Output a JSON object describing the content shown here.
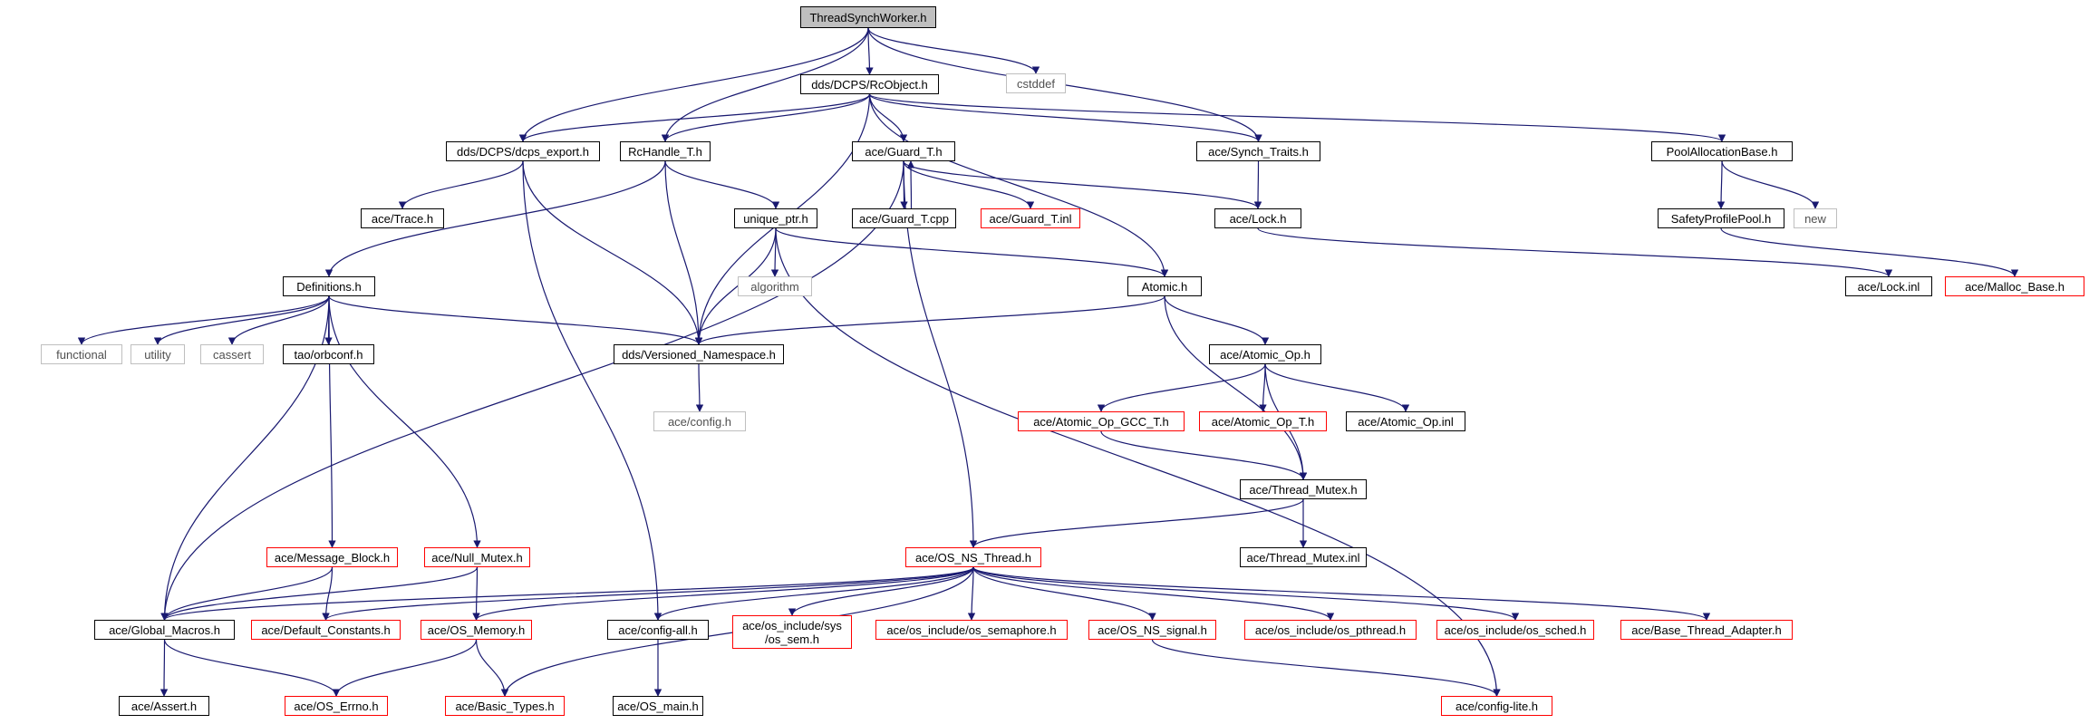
{
  "colors": {
    "edge": "#191970",
    "node_border": "#000000",
    "missing_border": "#ff0000",
    "external_border": "#bfbfbf",
    "root_fill": "#bfbfbf"
  },
  "nodes": {
    "thread_synch_worker": "ThreadSynchWorker.h",
    "rc_object": "dds/DCPS/RcObject.h",
    "cstddef": "cstddef",
    "dcps_export": "dds/DCPS/dcps_export.h",
    "rc_handle": "RcHandle_T.h",
    "guard_t": "ace/Guard_T.h",
    "synch_traits": "ace/Synch_Traits.h",
    "pool_allocation_base": "PoolAllocationBase.h",
    "trace": "ace/Trace.h",
    "unique_ptr": "unique_ptr.h",
    "guard_t_cpp": "ace/Guard_T.cpp",
    "guard_t_inl": "ace/Guard_T.inl",
    "lock_h": "ace/Lock.h",
    "safety_profile_pool": "SafetyProfilePool.h",
    "new": "new",
    "definitions": "Definitions.h",
    "algorithm": "algorithm",
    "atomic": "Atomic.h",
    "lock_inl": "ace/Lock.inl",
    "malloc_base": "ace/Malloc_Base.h",
    "functional": "functional",
    "utility": "utility",
    "cassert": "cassert",
    "orbconf": "tao/orbconf.h",
    "versioned_namespace": "dds/Versioned_Namespace.h",
    "atomic_op": "ace/Atomic_Op.h",
    "config_h": "ace/config.h",
    "atomic_op_gcc": "ace/Atomic_Op_GCC_T.h",
    "atomic_op_t": "ace/Atomic_Op_T.h",
    "atomic_op_inl": "ace/Atomic_Op.inl",
    "thread_mutex": "ace/Thread_Mutex.h",
    "message_block": "ace/Message_Block.h",
    "null_mutex": "ace/Null_Mutex.h",
    "os_ns_thread": "ace/OS_NS_Thread.h",
    "thread_mutex_inl": "ace/Thread_Mutex.inl",
    "global_macros": "ace/Global_Macros.h",
    "default_constants": "ace/Default_Constants.h",
    "os_memory": "ace/OS_Memory.h",
    "config_all": "ace/config-all.h",
    "os_sem": "ace/os_include/sys\n/os_sem.h",
    "os_semaphore": "ace/os_include/os_semaphore.h",
    "os_ns_signal": "ace/OS_NS_signal.h",
    "os_pthread": "ace/os_include/os_pthread.h",
    "os_sched": "ace/os_include/os_sched.h",
    "base_thread_adapter": "ace/Base_Thread_Adapter.h",
    "assert_h": "ace/Assert.h",
    "os_errno": "ace/OS_Errno.h",
    "basic_types": "ace/Basic_Types.h",
    "os_main": "ace/OS_main.h",
    "config_lite": "ace/config-lite.h"
  }
}
